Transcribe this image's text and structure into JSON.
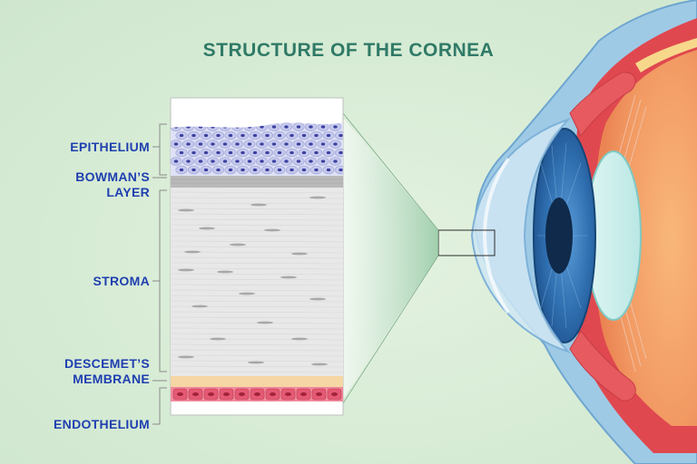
{
  "title": "STRUCTURE OF THE CORNEA",
  "layers": {
    "epithelium": "EPITHELIUM",
    "bowman_line1": "BOWMAN’S",
    "bowman_line2": "LAYER",
    "stroma": "STROMA",
    "descemet_line1": "DESCEMET’S",
    "descemet_line2": "MEMBRANE",
    "endothelium": "ENDOTHELIUM"
  },
  "colors": {
    "title": "#2f7a67",
    "labels": "#1f3fb0",
    "epithelium_cell": "#b9bfe6",
    "epithelium_nucleus": "#3b3fa0",
    "bowman": "#b9b9b9",
    "stroma": "#e8e8e8",
    "descemet": "#f6d6a4",
    "endothelium": "#e45a74",
    "sclera_red": "#e0484f",
    "lens_interior": "#f4a067",
    "iris": "#2f6fb0"
  }
}
